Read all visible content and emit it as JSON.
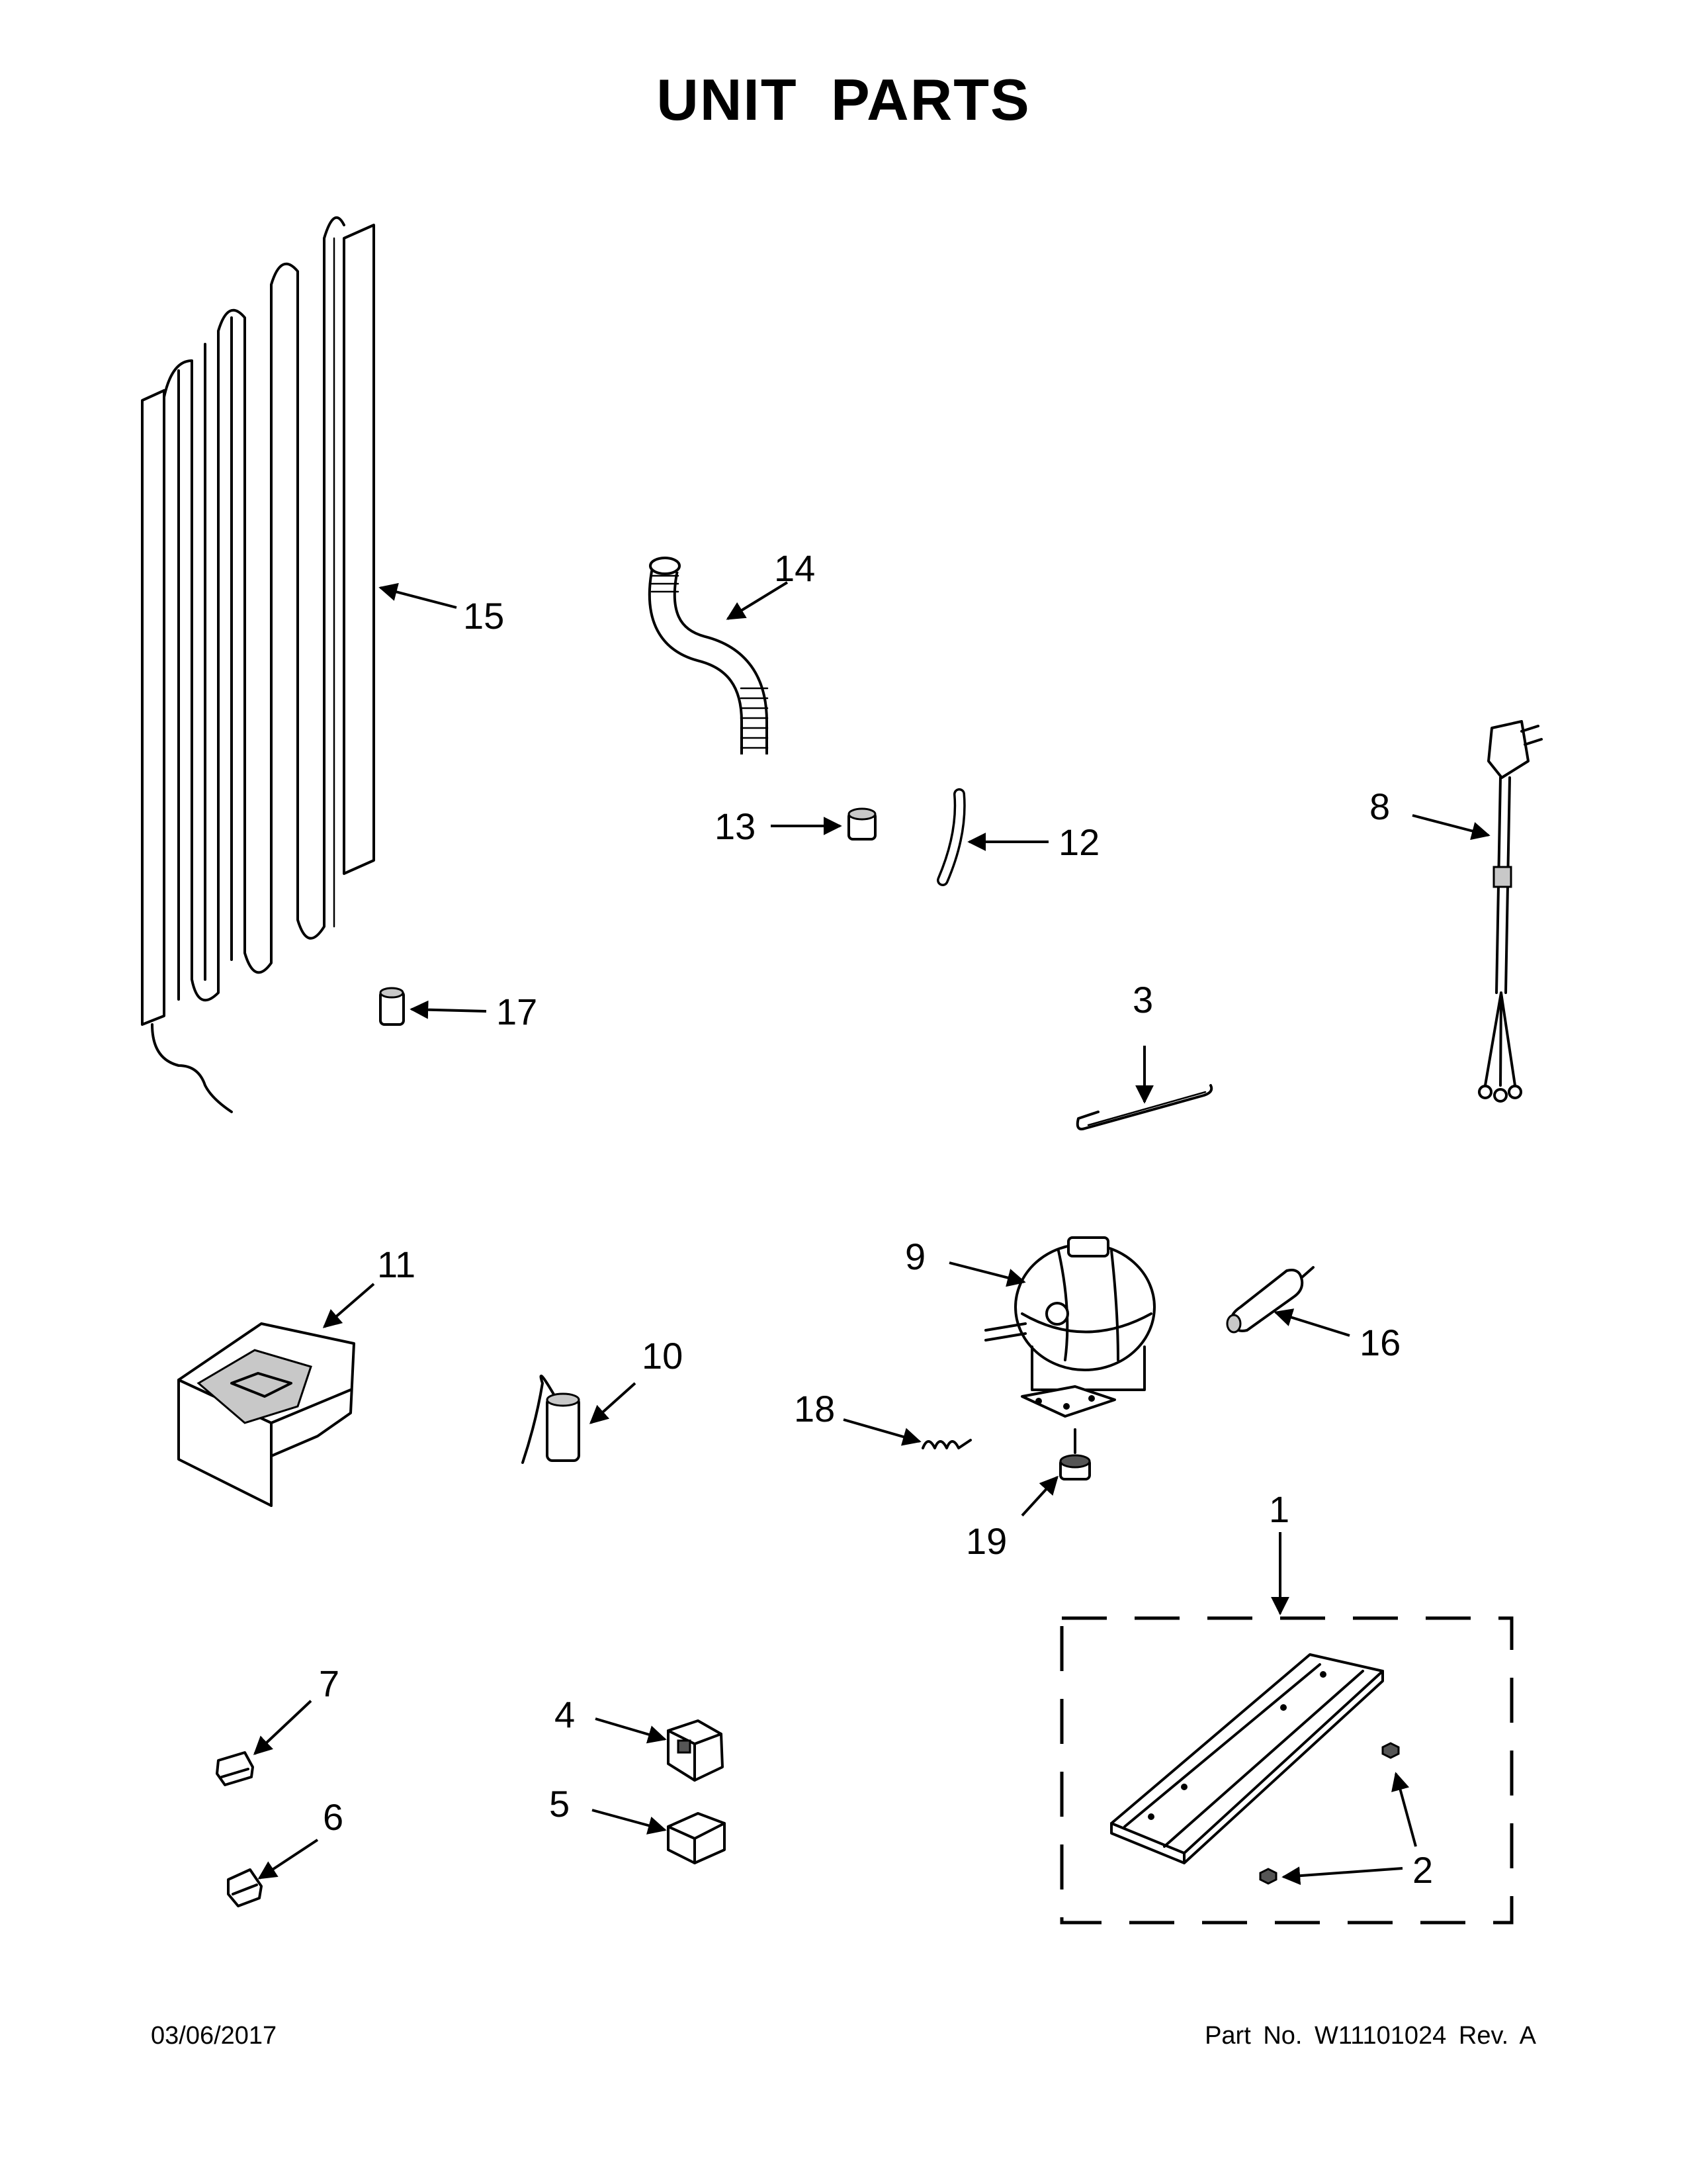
{
  "title": "UNIT PARTS",
  "callouts": {
    "c1": "1",
    "c2": "2",
    "c3": "3",
    "c4": "4",
    "c5": "5",
    "c6": "6",
    "c7": "7",
    "c8": "8",
    "c9": "9",
    "c10": "10",
    "c11": "11",
    "c12": "12",
    "c13": "13",
    "c14": "14",
    "c15": "15",
    "c16": "16",
    "c17": "17",
    "c18": "18",
    "c19": "19"
  },
  "footer": {
    "date": "03/06/2017",
    "part_number": "Part No.  W11101024  Rev.  A"
  }
}
